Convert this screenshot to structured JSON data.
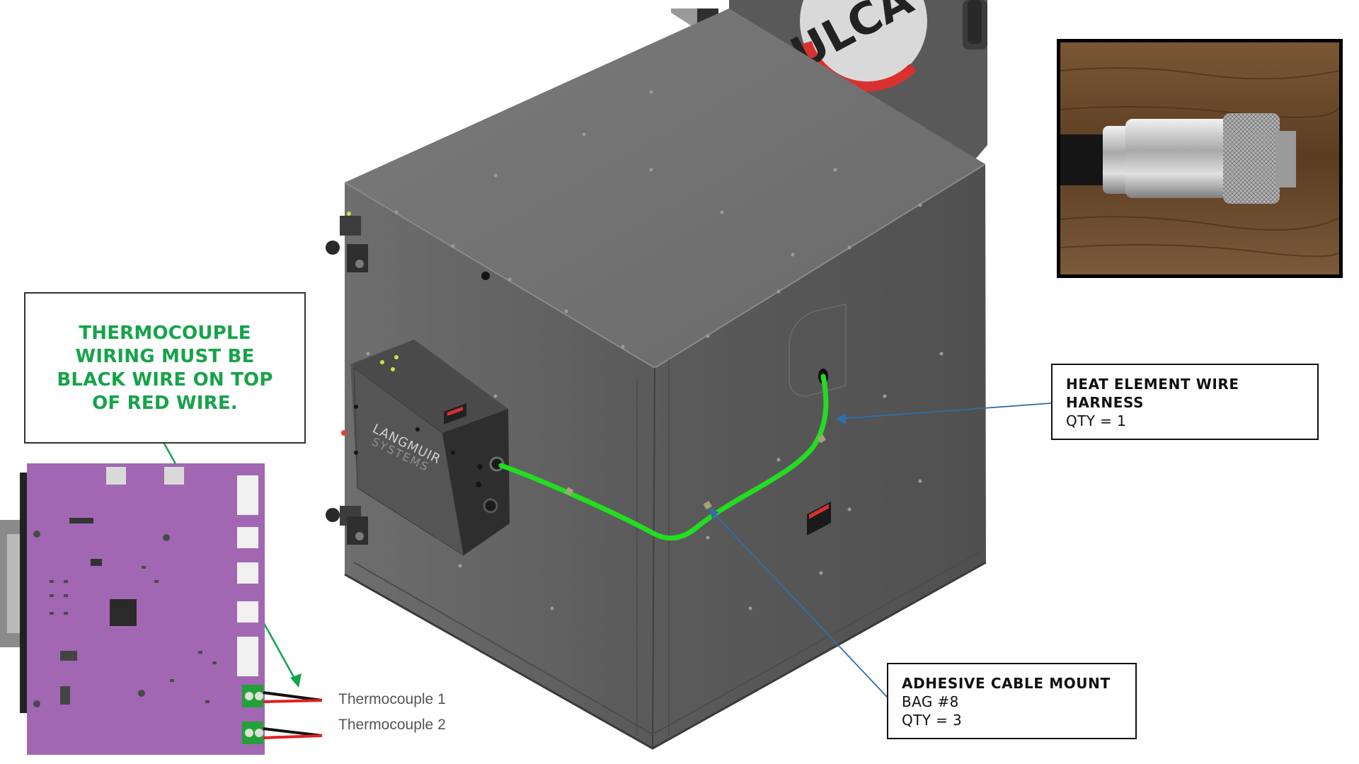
{
  "note": {
    "lines": [
      "THERMOCOUPLE",
      "WIRING MUST BE",
      "BLACK WIRE ON TOP",
      "OF RED WIRE."
    ]
  },
  "callouts": {
    "heat_element": {
      "title_lines": [
        "HEAT ELEMENT WIRE",
        "HARNESS"
      ],
      "qty": "QTY = 1"
    },
    "cable_mount": {
      "title": "ADHESIVE CABLE MOUNT",
      "bag": "BAG #8",
      "qty": "QTY = 3"
    }
  },
  "board": {
    "thermocouple_1": "Thermocouple 1",
    "thermocouple_2": "Thermocouple 2"
  },
  "enclosure": {
    "brand_line_1": "LANGMUIR",
    "brand_line_2": "SYSTEMS",
    "background_logo": "ULCA"
  },
  "colors": {
    "cable_green": "#22dd22",
    "note_green": "#16a34a",
    "leader_blue": "#2f6fa8",
    "board_purple": "#a267b3",
    "enclosure_gray": "#5e5e5e"
  }
}
